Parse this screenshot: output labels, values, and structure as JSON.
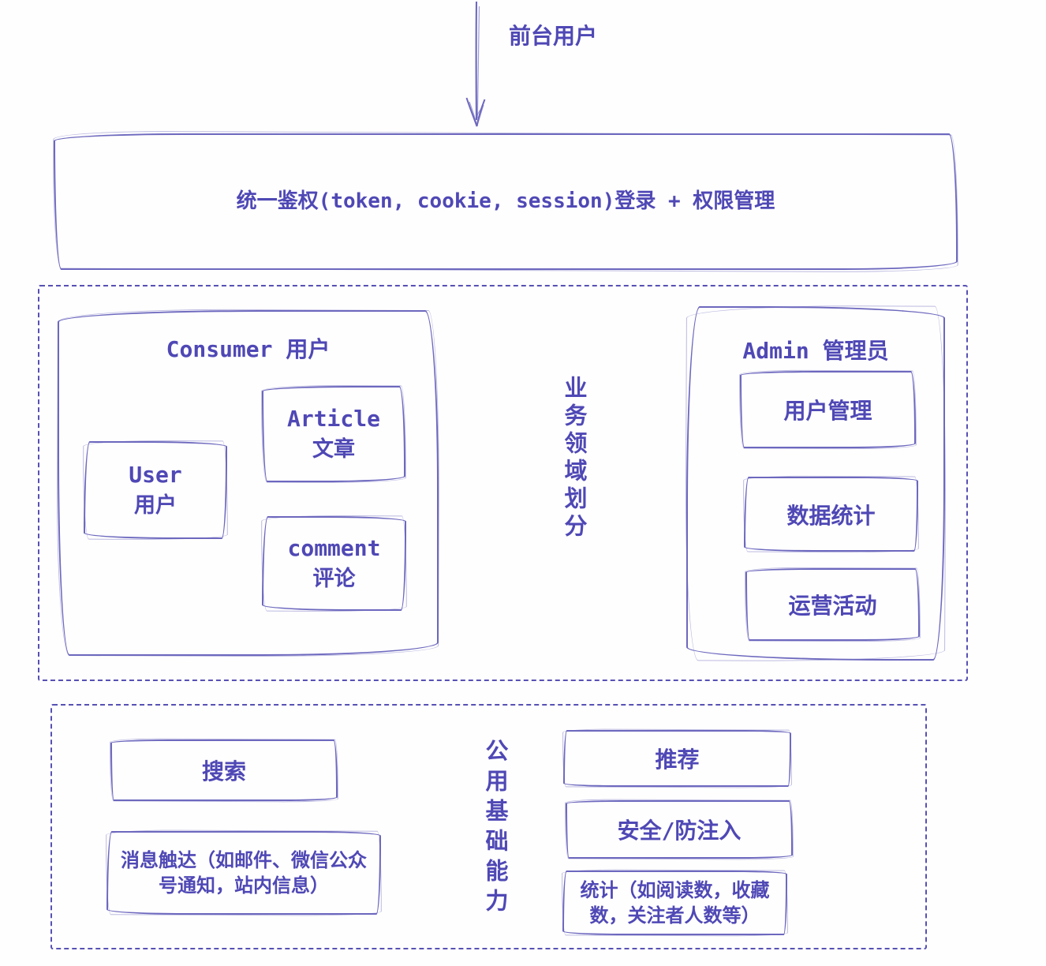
{
  "colors": {
    "ink": "#4f48b5",
    "stroke": "#6d68be",
    "dash": "#5751b4",
    "background": "#fefefe"
  },
  "flow": {
    "top_label": "前台用户",
    "arrow": "down-arrow"
  },
  "auth": {
    "label": "统一鉴权(token, cookie, session)登录 + 权限管理"
  },
  "business": {
    "vertical_label": "业务领域划分",
    "consumer": {
      "title": "Consumer 用户",
      "modules": [
        {
          "en": "User",
          "zh": "用户"
        },
        {
          "en": "Article",
          "zh": "文章"
        },
        {
          "en": "comment",
          "zh": "评论"
        }
      ]
    },
    "admin": {
      "title": "Admin 管理员",
      "modules": [
        {
          "label": "用户管理"
        },
        {
          "label": "数据统计"
        },
        {
          "label": "运营活动"
        }
      ]
    }
  },
  "common": {
    "vertical_label": "公用基础能力",
    "left_modules": [
      {
        "label": "搜索"
      },
      {
        "label": "消息触达（如邮件、微信公众号通知，站内信息）"
      }
    ],
    "right_modules": [
      {
        "label": "推荐"
      },
      {
        "label": "安全/防注入"
      },
      {
        "label": "统计（如阅读数，收藏数，关注者人数等）"
      }
    ]
  }
}
